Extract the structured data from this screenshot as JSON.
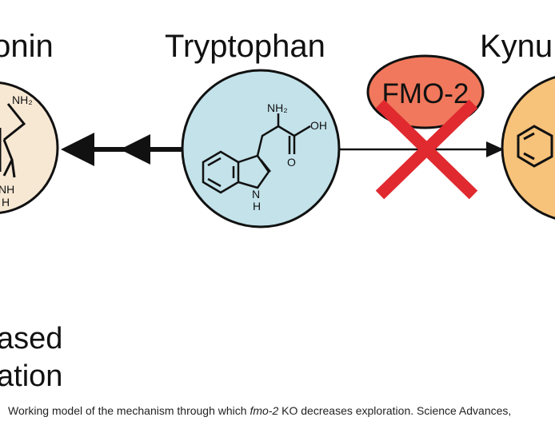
{
  "left_molecule": {
    "title": "tonin",
    "labels": {
      "amine": "NH₂",
      "ring_nh": "NH",
      "ring_h": "H"
    }
  },
  "center_molecule": {
    "title": "Tryptophan",
    "labels": {
      "amine": "NH₂",
      "hydroxyl": "OH",
      "oxygen": "O",
      "ring_n": "N",
      "ring_h": "H"
    }
  },
  "right_molecule": {
    "title": "Kynu"
  },
  "enzyme": {
    "label": "FMO-2",
    "status": "knocked-out"
  },
  "outcome": {
    "line1": "ased",
    "line2": "ation"
  },
  "caption": {
    "before": "Working model of the mechanism through which ",
    "gene": "fmo-2",
    "after": " KO decreases exploration. Science Advances, "
  },
  "colors": {
    "left_fill": "#f7e8d4",
    "center_fill": "#c3e2ea",
    "right_fill": "#f7c27a",
    "enzyme_fill": "#f1785c",
    "cross": "#e02a2f"
  }
}
